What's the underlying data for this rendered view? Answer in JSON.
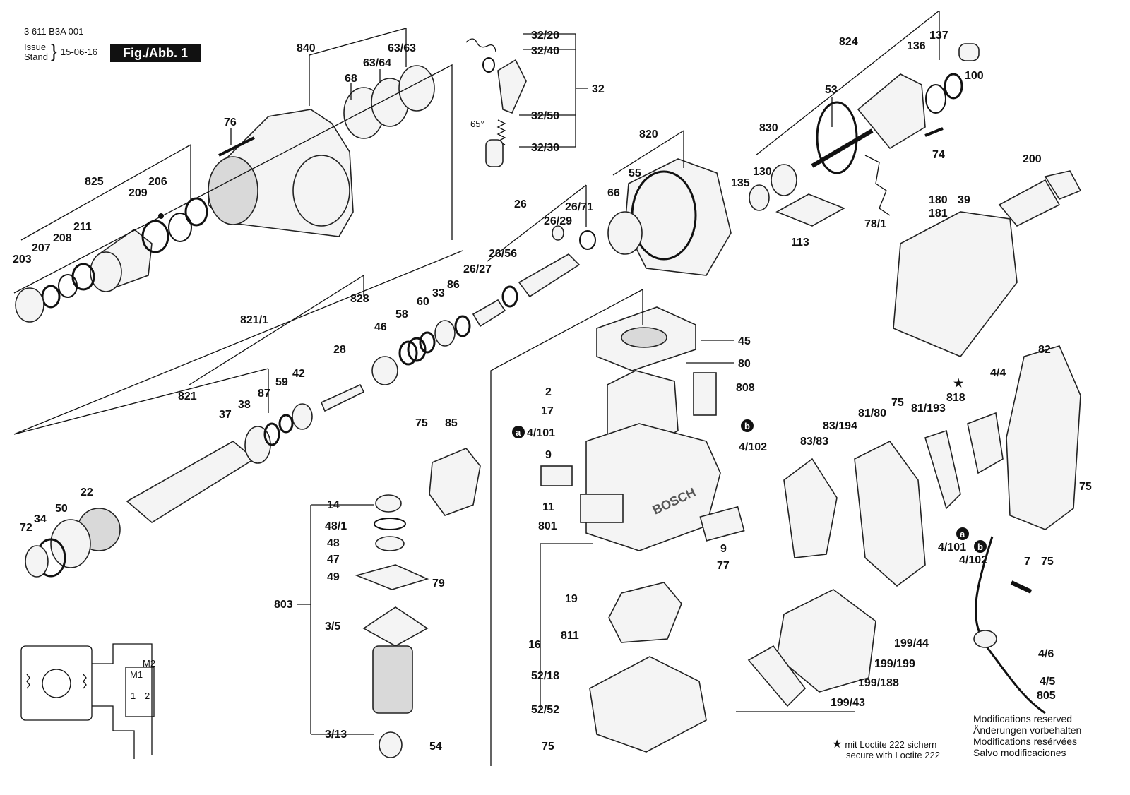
{
  "header": {
    "drawing_number": "3 611 B3A 001",
    "issue_label": "Issue",
    "stand_label": "Stand",
    "issue_date": "15-06-16",
    "figure_label": "Fig./Abb. 1"
  },
  "angle_label": "65°",
  "brand_text": "BOSCH",
  "callouts": [
    {
      "id": "840",
      "text": "840"
    },
    {
      "id": "68",
      "text": "68"
    },
    {
      "id": "63_64",
      "text": "63/64"
    },
    {
      "id": "63_63",
      "text": "63/63"
    },
    {
      "id": "76",
      "text": "76"
    },
    {
      "id": "825",
      "text": "825"
    },
    {
      "id": "209",
      "text": "209"
    },
    {
      "id": "206",
      "text": "206"
    },
    {
      "id": "211",
      "text": "211"
    },
    {
      "id": "208",
      "text": "208"
    },
    {
      "id": "207",
      "text": "207"
    },
    {
      "id": "203",
      "text": "203"
    },
    {
      "id": "32_20",
      "text": "32/20"
    },
    {
      "id": "32_40",
      "text": "32/40"
    },
    {
      "id": "32",
      "text": "32"
    },
    {
      "id": "32_50",
      "text": "32/50"
    },
    {
      "id": "32_30",
      "text": "32/30"
    },
    {
      "id": "824",
      "text": "824"
    },
    {
      "id": "137",
      "text": "137"
    },
    {
      "id": "136",
      "text": "136"
    },
    {
      "id": "100",
      "text": "100"
    },
    {
      "id": "53",
      "text": "53"
    },
    {
      "id": "830",
      "text": "830"
    },
    {
      "id": "74",
      "text": "74"
    },
    {
      "id": "820",
      "text": "820"
    },
    {
      "id": "55",
      "text": "55"
    },
    {
      "id": "66",
      "text": "66"
    },
    {
      "id": "135",
      "text": "135"
    },
    {
      "id": "130",
      "text": "130"
    },
    {
      "id": "113",
      "text": "113"
    },
    {
      "id": "78_1",
      "text": "78/1"
    },
    {
      "id": "200",
      "text": "200"
    },
    {
      "id": "180",
      "text": "180"
    },
    {
      "id": "181",
      "text": "181"
    },
    {
      "id": "39",
      "text": "39"
    },
    {
      "id": "26",
      "text": "26"
    },
    {
      "id": "26_71",
      "text": "26/71"
    },
    {
      "id": "26_29",
      "text": "26/29"
    },
    {
      "id": "26_56",
      "text": "26/56"
    },
    {
      "id": "26_27",
      "text": "26/27"
    },
    {
      "id": "828",
      "text": "828"
    },
    {
      "id": "821_1",
      "text": "821/1"
    },
    {
      "id": "58",
      "text": "58"
    },
    {
      "id": "60",
      "text": "60"
    },
    {
      "id": "33",
      "text": "33"
    },
    {
      "id": "86",
      "text": "86"
    },
    {
      "id": "46",
      "text": "46"
    },
    {
      "id": "28",
      "text": "28"
    },
    {
      "id": "59",
      "text": "59"
    },
    {
      "id": "42",
      "text": "42"
    },
    {
      "id": "821",
      "text": "821"
    },
    {
      "id": "37",
      "text": "37"
    },
    {
      "id": "38",
      "text": "38"
    },
    {
      "id": "87",
      "text": "87"
    },
    {
      "id": "22",
      "text": "22"
    },
    {
      "id": "72",
      "text": "72"
    },
    {
      "id": "34",
      "text": "34"
    },
    {
      "id": "50",
      "text": "50"
    },
    {
      "id": "45",
      "text": "45"
    },
    {
      "id": "80",
      "text": "80"
    },
    {
      "id": "808",
      "text": "808"
    },
    {
      "id": "2",
      "text": "2"
    },
    {
      "id": "17",
      "text": "17"
    },
    {
      "id": "4_101_a",
      "text": "4/101"
    },
    {
      "id": "4_102_b",
      "text": "4/102"
    },
    {
      "id": "9_a",
      "text": "9"
    },
    {
      "id": "11",
      "text": "11"
    },
    {
      "id": "801",
      "text": "801"
    },
    {
      "id": "9_b",
      "text": "9"
    },
    {
      "id": "77",
      "text": "77"
    },
    {
      "id": "19",
      "text": "19"
    },
    {
      "id": "811",
      "text": "811"
    },
    {
      "id": "16",
      "text": "16"
    },
    {
      "id": "52_18",
      "text": "52/18"
    },
    {
      "id": "52_52",
      "text": "52/52"
    },
    {
      "id": "75_c",
      "text": "75"
    },
    {
      "id": "75_a",
      "text": "75"
    },
    {
      "id": "85",
      "text": "85"
    },
    {
      "id": "14",
      "text": "14"
    },
    {
      "id": "48_1",
      "text": "48/1"
    },
    {
      "id": "48",
      "text": "48"
    },
    {
      "id": "47",
      "text": "47"
    },
    {
      "id": "49",
      "text": "49"
    },
    {
      "id": "79",
      "text": "79"
    },
    {
      "id": "803",
      "text": "803"
    },
    {
      "id": "3_5",
      "text": "3/5"
    },
    {
      "id": "3_13",
      "text": "3/13"
    },
    {
      "id": "54",
      "text": "54"
    },
    {
      "id": "82",
      "text": "82"
    },
    {
      "id": "4_4",
      "text": "4/4"
    },
    {
      "id": "818",
      "text": "818"
    },
    {
      "id": "75_b",
      "text": "75"
    },
    {
      "id": "81_80",
      "text": "81/80"
    },
    {
      "id": "81_193",
      "text": "81/193"
    },
    {
      "id": "83_194",
      "text": "83/194"
    },
    {
      "id": "83_83",
      "text": "83/83"
    },
    {
      "id": "75_d",
      "text": "75"
    },
    {
      "id": "4_101_b",
      "text": "4/101"
    },
    {
      "id": "4_102_c",
      "text": "4/102"
    },
    {
      "id": "7",
      "text": "7"
    },
    {
      "id": "75_e",
      "text": "75"
    },
    {
      "id": "199_44",
      "text": "199/44"
    },
    {
      "id": "199_199",
      "text": "199/199"
    },
    {
      "id": "199_188",
      "text": "199/188"
    },
    {
      "id": "199_43",
      "text": "199/43"
    },
    {
      "id": "4_6",
      "text": "4/6"
    },
    {
      "id": "4_5",
      "text": "4/5"
    },
    {
      "id": "805",
      "text": "805"
    }
  ],
  "badges": {
    "a": "a",
    "b": "b"
  },
  "schematic": {
    "m1": "M1",
    "m2": "M2",
    "t1": "1",
    "t2": "2"
  },
  "loctite": {
    "line1": "mit Loctite 222 sichern",
    "line2": "secure with Loctite 222"
  },
  "notes": [
    "Modifications reserved",
    "Änderungen vorbehalten",
    "Modifications resérvées",
    "Salvo modificaciones"
  ]
}
